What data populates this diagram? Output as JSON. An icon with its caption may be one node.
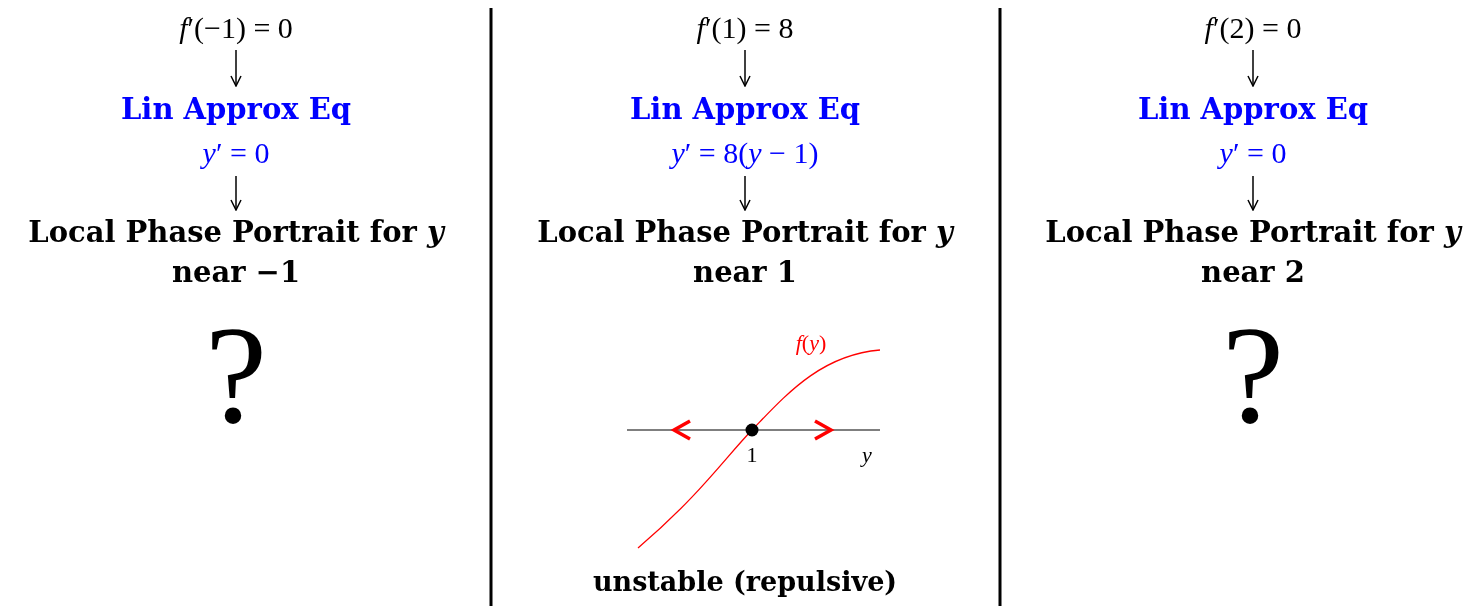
{
  "diagram": {
    "nodes": [
      {
        "text": [
          "*f*′(−1) = 0"
        ]
      },
      {
        "text": [
          "Lin Approx Eq",
          "*y*′ = 0"
        ]
      },
      {
        "text": [
          "Local Phase Portrait for *y* near −1"
        ]
      },
      {
        "text": [
          "*f*′(1) = 8"
        ]
      },
      {
        "text": [
          "Lin Approx Eq",
          "*y*′ = 8(*y* − 1)"
        ]
      },
      {
        "text": [
          "Local Phase Portrait for *y* near 1"
        ]
      },
      {
        "text": [
          "*f*′(2) = 0"
        ]
      },
      {
        "text": [
          "Lin Approx Eq",
          "*y*′ = 0"
        ]
      },
      {
        "text": [
          "Local Phase Portrait for *y* near 2"
        ]
      }
    ],
    "edges": [
      {
        "from": 0,
        "to": 1,
        "arrow": "to"
      },
      {
        "from": 1,
        "to": 2,
        "arrow": "to"
      },
      {
        "from": 3,
        "to": 4,
        "arrow": "to"
      },
      {
        "from": 4,
        "to": 5,
        "arrow": "to"
      },
      {
        "from": 6,
        "to": 7,
        "arrow": "to"
      },
      {
        "from": 7,
        "to": 8,
        "arrow": "to"
      }
    ],
    "labels": [
      "?",
      "*f*(*y*)",
      "1",
      "*y*",
      "unstable (repulsive)",
      "?"
    ]
  }
}
